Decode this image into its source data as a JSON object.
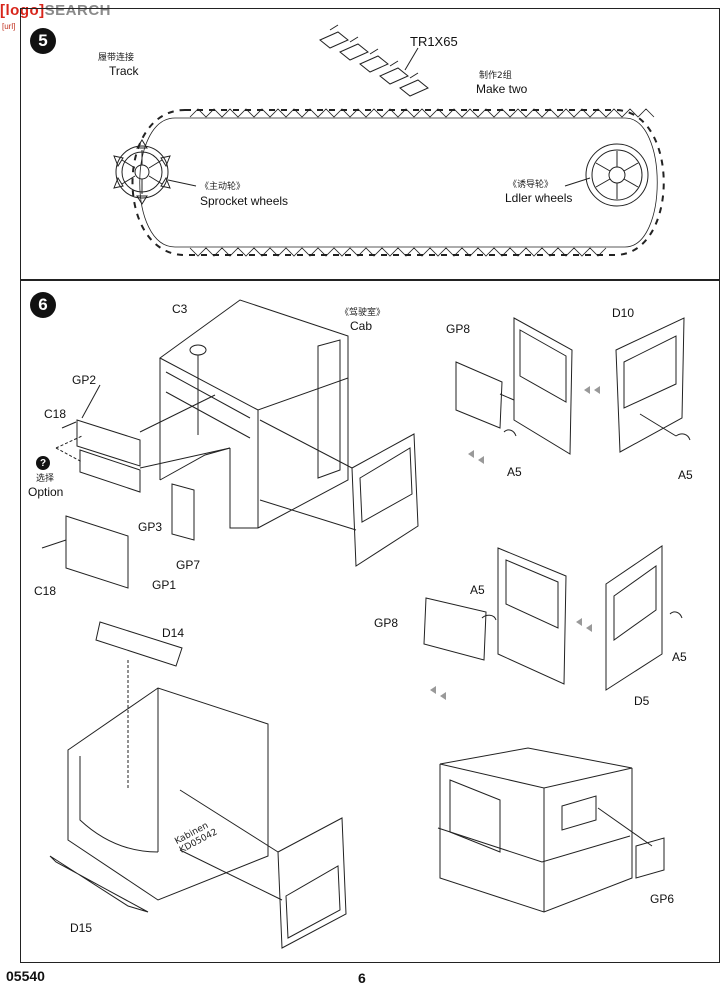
{
  "watermark": {
    "red": "[logo]",
    "gray": "SEARCH",
    "url": "[url]"
  },
  "step5": {
    "number": "5",
    "track_cn": "履带连接",
    "track": "Track",
    "part": "TR1X65",
    "make_two_cn": "制作2组",
    "make_two": "Make two",
    "sprocket_cn": "《主动轮》",
    "sprocket": "Sprocket wheels",
    "idler_cn": "《诱导轮》",
    "idler": "Ldler wheels"
  },
  "step6": {
    "number": "6",
    "cab_cn": "《驾驶室》",
    "cab": "Cab",
    "option_cn": "选择",
    "option": "Option",
    "option_mark": "?",
    "labels": {
      "c3": "C3",
      "gp2": "GP2",
      "c18_a": "C18",
      "gp3": "GP3",
      "gp7": "GP7",
      "c18_b": "C18",
      "gp1": "GP1",
      "gp8_a": "GP8",
      "a5_a": "A5",
      "d10": "D10",
      "a5_b": "A5",
      "gp8_b": "GP8",
      "a5_c": "A5",
      "a5_d": "A5",
      "d5": "D5",
      "d14": "D14",
      "d15": "D15",
      "gp6": "GP6"
    },
    "stencil": "Kabinen\nKD05042"
  },
  "footer": {
    "code": "05540",
    "page": "6"
  }
}
